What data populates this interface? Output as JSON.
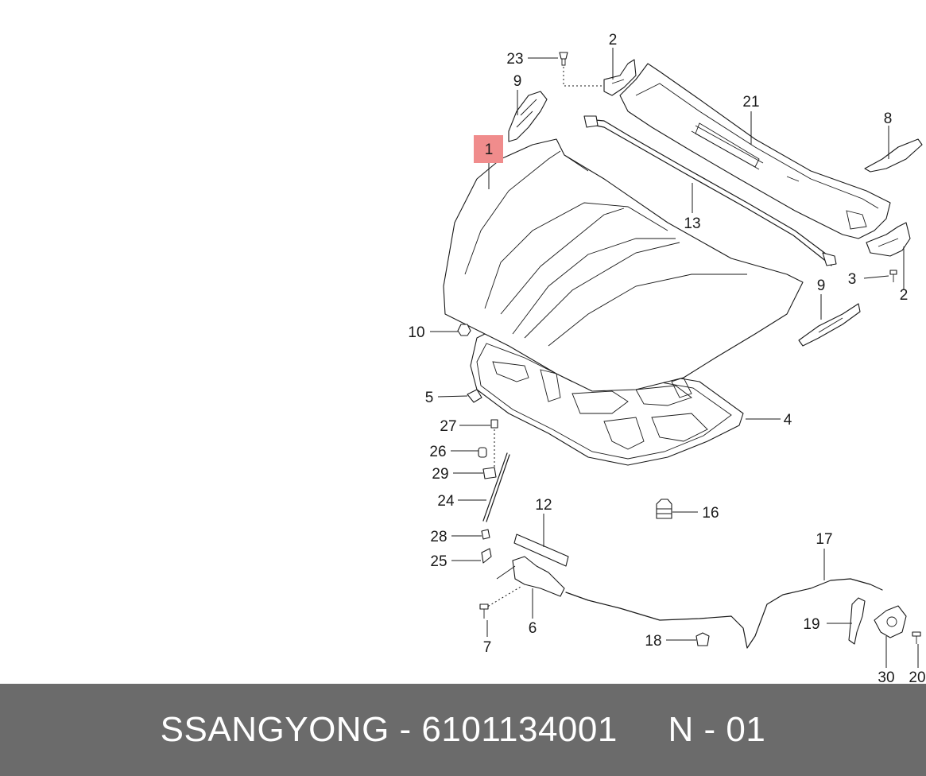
{
  "footer": {
    "brand": "SSANGYONG",
    "separator": " - ",
    "part_number": "6101134001",
    "diagram_ref": "N - 01"
  },
  "colors": {
    "highlight": "#f08c8c",
    "footer_bg": "#6b6b6b",
    "footer_text": "#ffffff"
  },
  "callouts": {
    "c1": "1",
    "c2a": "2",
    "c2b": "2",
    "c3": "3",
    "c4": "4",
    "c5": "5",
    "c6": "6",
    "c7": "7",
    "c8": "8",
    "c9a": "9",
    "c9b": "9",
    "c10": "10",
    "c12": "12",
    "c13": "13",
    "c16": "16",
    "c17": "17",
    "c18": "18",
    "c19": "19",
    "c20": "20",
    "c21": "21",
    "c23": "23",
    "c24": "24",
    "c25": "25",
    "c26": "26",
    "c27": "27",
    "c28": "28",
    "c29": "29",
    "c30": "30"
  },
  "highlighted_callout": "1"
}
